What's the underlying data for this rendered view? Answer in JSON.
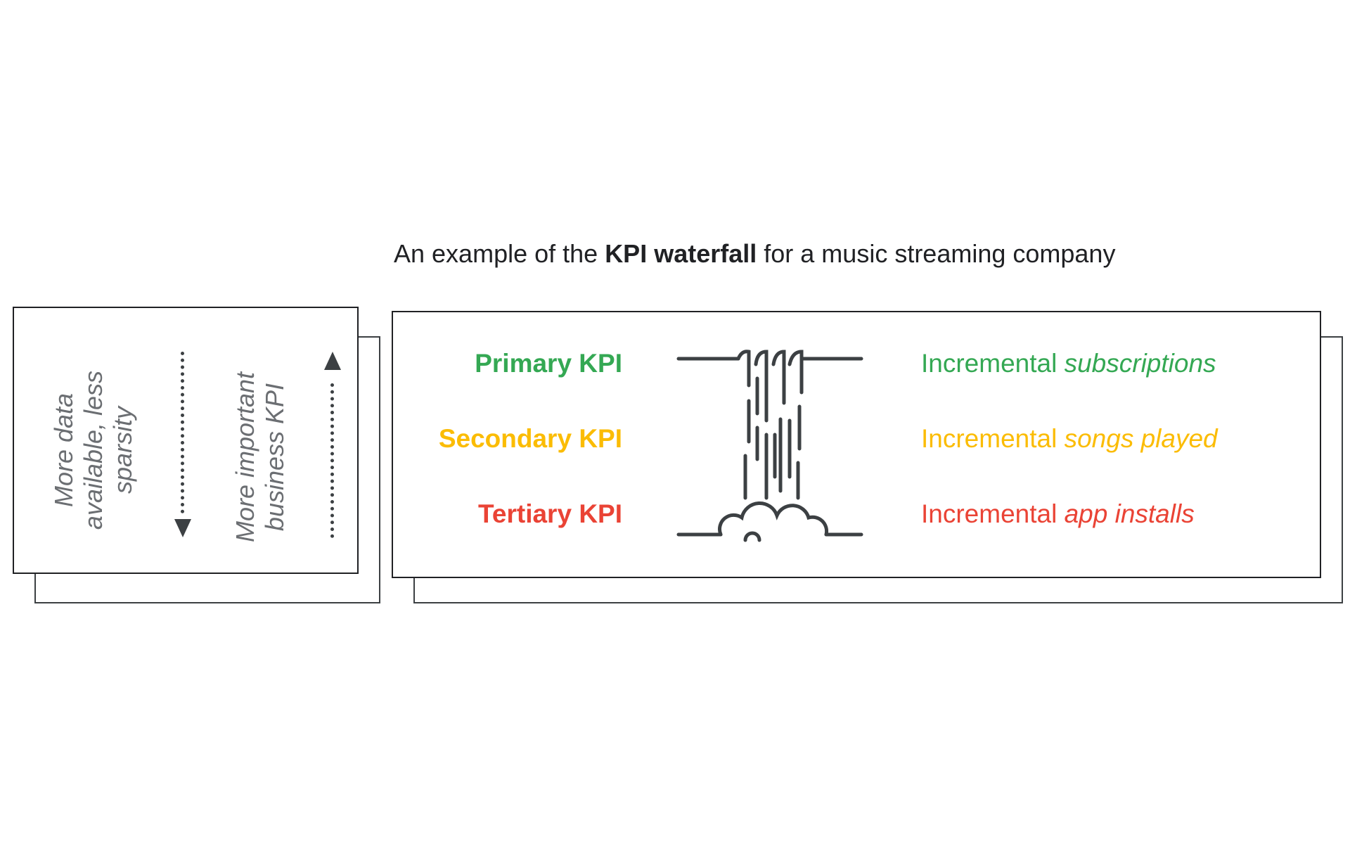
{
  "title": {
    "prefix": "An example of the ",
    "bold": "KPI waterfall",
    "suffix": " for a music streaming company"
  },
  "left_panel": {
    "text_data": "More data available, less sparsity",
    "text_importance": "More important business KPI"
  },
  "kpis": [
    {
      "label": "Primary KPI",
      "desc_prefix": "Incremental ",
      "desc_italic": "subscriptions",
      "color": "#34a853"
    },
    {
      "label": "Secondary KPI",
      "desc_prefix": "Incremental ",
      "desc_italic": "songs played",
      "color": "#fbbc04"
    },
    {
      "label": "Tertiary KPI",
      "desc_prefix": "Incremental ",
      "desc_italic": "app installs",
      "color": "#ea4335"
    }
  ],
  "icons": {
    "waterfall": "waterfall-icon",
    "arrow_down": "arrow-down-icon",
    "arrow_up": "arrow-up-icon"
  }
}
